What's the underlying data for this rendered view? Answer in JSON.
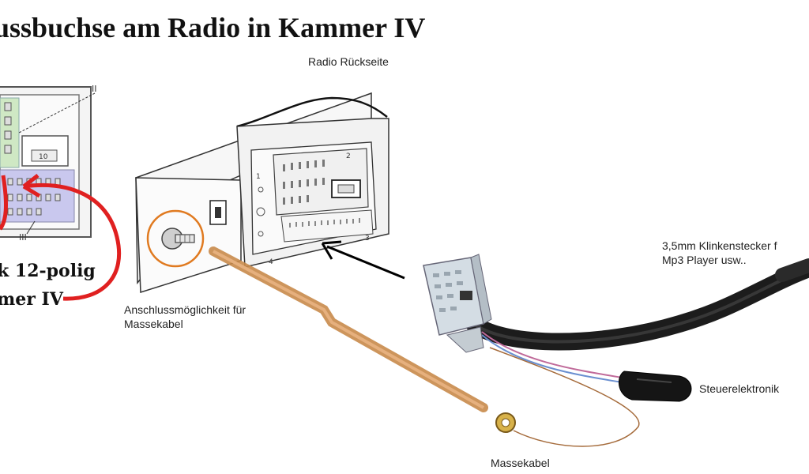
{
  "title": "ussbuchse am Radio in Kammer IV",
  "radio_back_label": "Radio Rückseite",
  "connector_labels": {
    "line1": "k 12-polig",
    "line2": "mer IV"
  },
  "roman_labels": {
    "II": "II",
    "III": "III"
  },
  "pin_labels": {
    "one": "1",
    "two": "2",
    "three": "3",
    "four": "4",
    "ten": "10"
  },
  "ground_option_label": {
    "line1": "Anschlussmöglichkeit für",
    "line2": "Massekabel"
  },
  "jack_label": {
    "line1": "3,5mm Klinkenstecker f",
    "line2": "Mp3 Player usw.."
  },
  "control_label": "Steuerelektronik",
  "ground_cable_label": "Massekabel",
  "colors": {
    "green_zone": "#cfe8c4",
    "blue_zone": "#c9c8ee",
    "red_marker": "#e02020",
    "orange_circle": "#e07a20",
    "cable": "#1c1c1c",
    "ground_wire": "#c8894a"
  }
}
